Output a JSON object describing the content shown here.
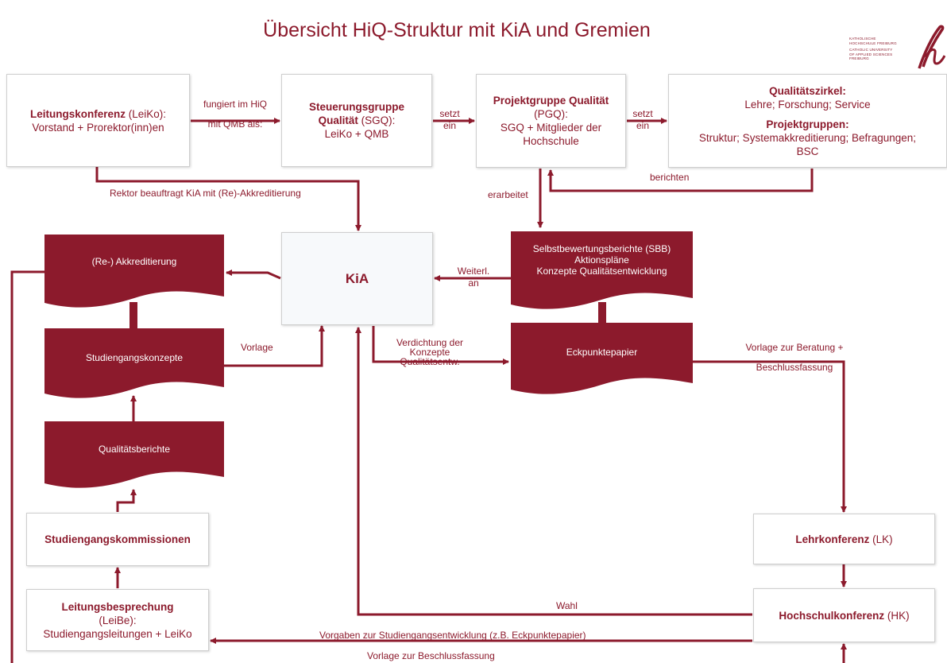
{
  "title": "Übersicht HiQ-Struktur mit KiA und Gremien",
  "logo": {
    "lines": [
      "KATHOLISCHE",
      "HOCHSCHULE FREIBURG",
      "",
      "CATHOLIC UNIVERSITY",
      "OF APPLIED SCIENCES FREIBURG"
    ],
    "mark": "h"
  },
  "colors": {
    "accent": "#8c1a2c",
    "box_border": "#cfcfcf",
    "kia_fill": "#f7f9fb"
  },
  "boxes": {
    "leiko": {
      "bold": "Leitungskonferenz",
      "rest": " (LeiKo):",
      "line2": "Vorstand + Prorektor(inn)en"
    },
    "sgq": {
      "bold1": "Steuerungsgruppe",
      "bold2": "Qualität",
      "rest2": " (SGQ):",
      "line3": "LeiKo + QMB"
    },
    "pgq": {
      "bold": "Projektgruppe Qualität",
      "line2": "(PGQ):",
      "line3": "SGQ + Mitglieder der",
      "line4": "Hochschule"
    },
    "qz": {
      "bold1": "Qualitätszirkel:",
      "line2": "Lehre; Forschung; Service",
      "bold2": "Projektgruppen:",
      "line4": "Struktur; Systemakkreditierung; Befragungen;",
      "line5": "BSC"
    },
    "kia": "KiA",
    "studkom": "Studiengangskommissionen",
    "leibe": {
      "bold": "Leitungsbesprechung",
      "line2": "(LeiBe):",
      "line3": "Studiengangsleitungen + LeiKo"
    },
    "lk": {
      "bold": "Lehrkonferenz",
      "rest": " (LK)"
    },
    "hk": {
      "bold": "Hochschulkonferenz",
      "rest": " (HK)"
    }
  },
  "docs": {
    "akkreditierung": "(Re-) Akkreditierung",
    "studkonzepte": "Studiengangskonzepte",
    "qualiberichte": "Qualitätsberichte",
    "sbb": [
      "Selbstbewertungsberichte (SBB)",
      "Aktionspläne",
      "Konzepte Qualitätsentwicklung"
    ],
    "eckpunkte": "Eckpunktepapier"
  },
  "labels": {
    "fungiert1": "fungiert im HiQ",
    "fungiert2": "mit QMB als:",
    "setzt1a": "setzt",
    "setzt1b": "ein",
    "setzt2a": "setzt",
    "setzt2b": "ein",
    "berichten": "berichten",
    "erarbeitet": "erarbeitet",
    "rektor": "Rektor beauftragt KiA mit (Re)-Akkreditierung",
    "weiterl1": "Weiterl.",
    "weiterl2": "an",
    "vorlage": "Vorlage",
    "verdichtung1": "Verdichtung der",
    "verdichtung2": "Konzepte",
    "verdichtung3": "Qualitätsentw.",
    "beratung1": "Vorlage zur Beratung +",
    "beratung2": "Beschlussfassung",
    "wahl": "Wahl",
    "vorgaben": "Vorgaben zur Studiengangsentwicklung (z.B. Eckpunktepapier)",
    "beschluss": "Vorlage zur Beschlussfassung"
  }
}
